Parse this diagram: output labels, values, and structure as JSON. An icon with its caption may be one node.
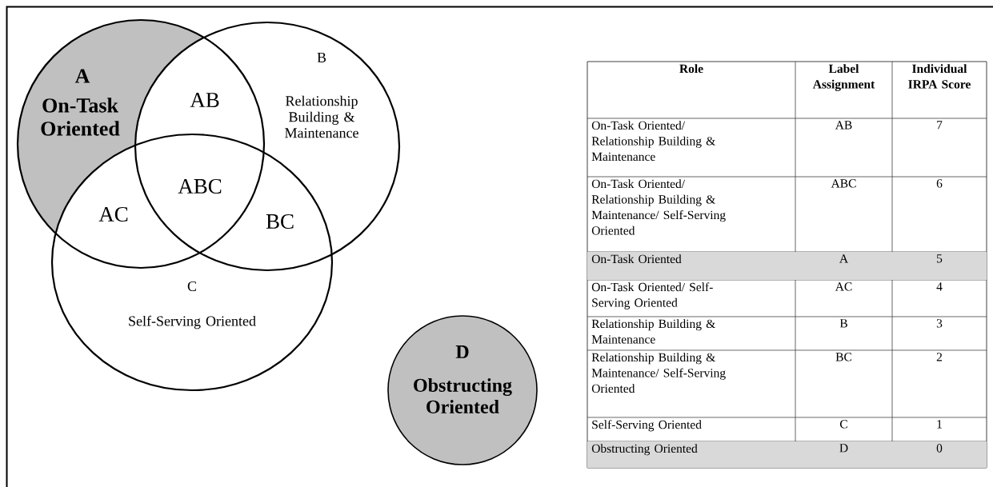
{
  "diagram": {
    "nodes": [
      {
        "text": [
          "A",
          "On-Task Oriented"
        ]
      },
      {
        "text": [
          "B",
          "Relationship Building & Maintenance"
        ]
      },
      {
        "text": [
          "C",
          "Self-Serving Oriented"
        ]
      },
      {
        "text": [
          "D",
          "Obstructing Oriented"
        ]
      }
    ],
    "labels": [
      "AB",
      "ABC",
      "AC",
      "BC",
      "Role",
      "Label Assignment",
      "Individual IRPA Score",
      "On-Task Oriented/ Relationship Building & Maintenance",
      "AB",
      "7",
      "On-Task Oriented/ Relationship Building & Maintenance/ Self-Serving Oriented",
      "ABC",
      "6",
      "On-Task Oriented",
      "A",
      "5",
      "On-Task Oriented/ Self-Serving Oriented",
      "AC",
      "4",
      "Relationship Building & Maintenance",
      "B",
      "3",
      "Relationship Building & Maintenance/ Self-Serving Oriented",
      "BC",
      "2",
      "Self-Serving Oriented",
      "C",
      "1",
      "Obstructing Oriented",
      "D",
      "0"
    ]
  }
}
